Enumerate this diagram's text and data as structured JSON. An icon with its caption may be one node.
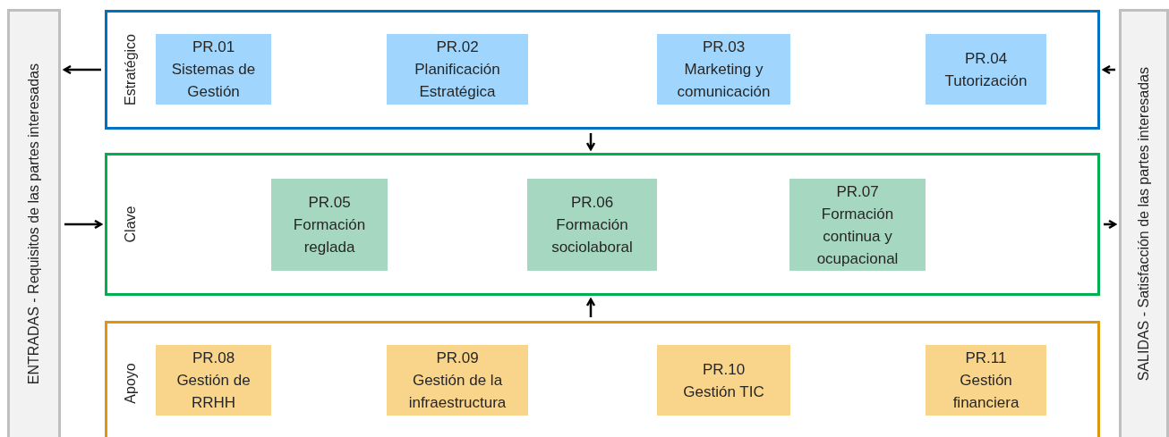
{
  "diagram": {
    "nodes": [
      {
        "text": [
          "ENTRADAS - Requisitos de las partes interesadas"
        ]
      },
      {
        "text": [
          "Estratégico"
        ]
      },
      {
        "text": [
          "PR.01",
          "Sistemas de Gestión"
        ],
        "in": 1
      },
      {
        "text": [
          "PR.02",
          "Planificación Estratégica"
        ],
        "in": 1
      },
      {
        "text": [
          "PR.03",
          "Marketing y comunicación"
        ],
        "in": 1
      },
      {
        "text": [
          "PR.04",
          "Tutorización"
        ],
        "in": 1
      },
      {
        "text": [
          "Clave"
        ]
      },
      {
        "text": [
          "PR.05",
          "Formación reglada"
        ],
        "in": 6
      },
      {
        "text": [
          "PR.06",
          "Formación sociolaboral"
        ],
        "in": 6
      },
      {
        "text": [
          "PR.07",
          "Formación continua y ocupacional"
        ],
        "in": 6
      },
      {
        "text": [
          "Apoyo"
        ]
      },
      {
        "text": [
          "PR.08",
          "Gestión de RRHH"
        ],
        "in": 10
      },
      {
        "text": [
          "PR.09",
          "Gestión de la infraestructura"
        ],
        "in": 10
      },
      {
        "text": [
          "PR.10",
          "Gestión TIC"
        ],
        "in": 10
      },
      {
        "text": [
          "PR.11",
          "Gestión financiera"
        ],
        "in": 10
      },
      {
        "text": [
          "SALIDAS - Satisfacción de las partes interesadas"
        ]
      }
    ],
    "edges": [
      {
        "from": 1,
        "to": 0,
        "arrow": "to"
      },
      {
        "from": 0,
        "to": 6,
        "arrow": "to"
      },
      {
        "from": 15,
        "to": 1,
        "arrow": "to"
      },
      {
        "from": 6,
        "to": 15,
        "arrow": "to"
      },
      {
        "from": 1,
        "to": 6,
        "arrow": "to"
      },
      {
        "from": 10,
        "to": 6,
        "arrow": "to"
      }
    ]
  }
}
